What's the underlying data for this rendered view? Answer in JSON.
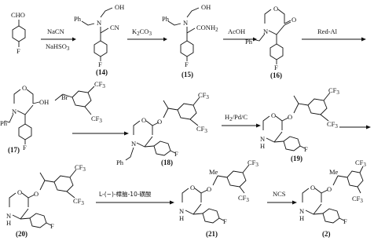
{
  "reagents": {
    "r1": "NaCN",
    "r2": "NaHSO",
    "r2_sub": "3",
    "r3": "K",
    "r3_sub1": "2",
    "r3_mid": "CO",
    "r3_sub2": "3",
    "r4": "AcOH",
    "r5": "Red-Al",
    "r6": "H",
    "r6_sub": "2",
    "r6_tail": "/Pd/C",
    "r7": "L-(−)-樟脑-10-磺酸",
    "r8": "NCS"
  },
  "compounds": {
    "c14": "(14)",
    "c15": "(15)",
    "c16": "(16)",
    "c17": "(17)",
    "c18": "(18)",
    "c19": "(19)",
    "c20": "(20)",
    "c21": "(21)",
    "c2": "(2)"
  },
  "atoms": {
    "cho": "CHO",
    "f": "F",
    "ph": "Ph",
    "oh": "OH",
    "n": "N",
    "cn": "CN",
    "conh2": "CONH",
    "conh2_sub": "2",
    "o": "O",
    "nh": "N",
    "h": "H",
    "cf3": "CF",
    "cf3_sub": "3",
    "me": "Me",
    "br": "Br"
  }
}
